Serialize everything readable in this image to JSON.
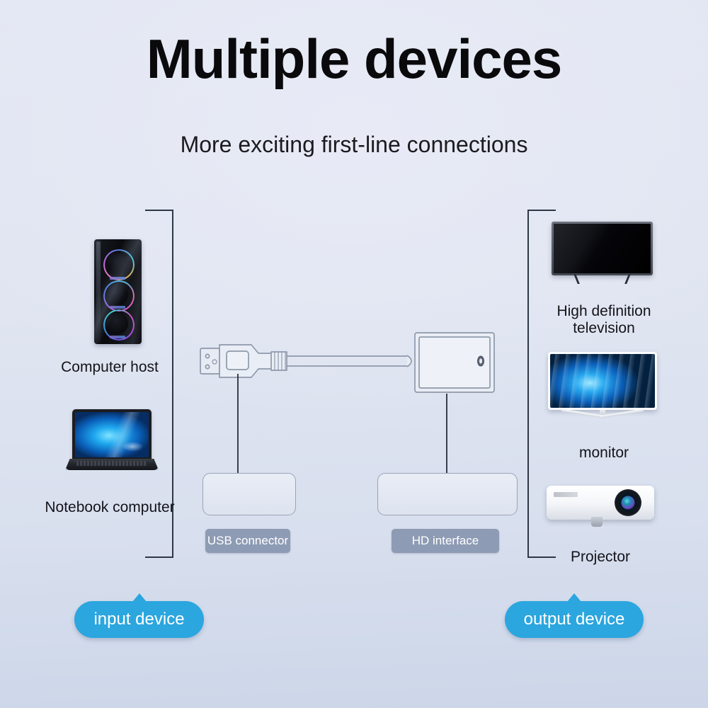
{
  "header": {
    "title": "Multiple devices",
    "subtitle": "More exciting first-line connections"
  },
  "input_group": {
    "callout_label": "input device",
    "devices": [
      {
        "name": "computer-host",
        "label": "Computer host",
        "icon": "pc-tower-icon"
      },
      {
        "name": "notebook-computer",
        "label": "Notebook computer",
        "icon": "laptop-icon"
      }
    ]
  },
  "output_group": {
    "callout_label": "output device",
    "devices": [
      {
        "name": "high-definition-television",
        "label": "High definition\ntelevision",
        "icon": "television-icon"
      },
      {
        "name": "monitor",
        "label": "monitor",
        "icon": "monitor-icon"
      },
      {
        "name": "projector",
        "label": "Projector",
        "icon": "projector-icon"
      }
    ]
  },
  "adapter": {
    "usb_plug_icon": "usb-a-plug-icon",
    "cable_icon": "cable-icon",
    "converter_box_icon": "hdmi-adapter-box-icon"
  },
  "connectors": [
    {
      "name": "usb-connector",
      "badge": "USB connector",
      "port_icon": "usb-a-port-icon"
    },
    {
      "name": "hd-interface",
      "badge": "HD interface",
      "port_icon": "hdmi-port-icon"
    }
  ],
  "colors": {
    "accent_blue": "#2ba6df",
    "badge_grey": "#8e9bb4",
    "background": "#dfe4f0",
    "line_art": "#8f99ab",
    "bracket": "#2e3845"
  }
}
